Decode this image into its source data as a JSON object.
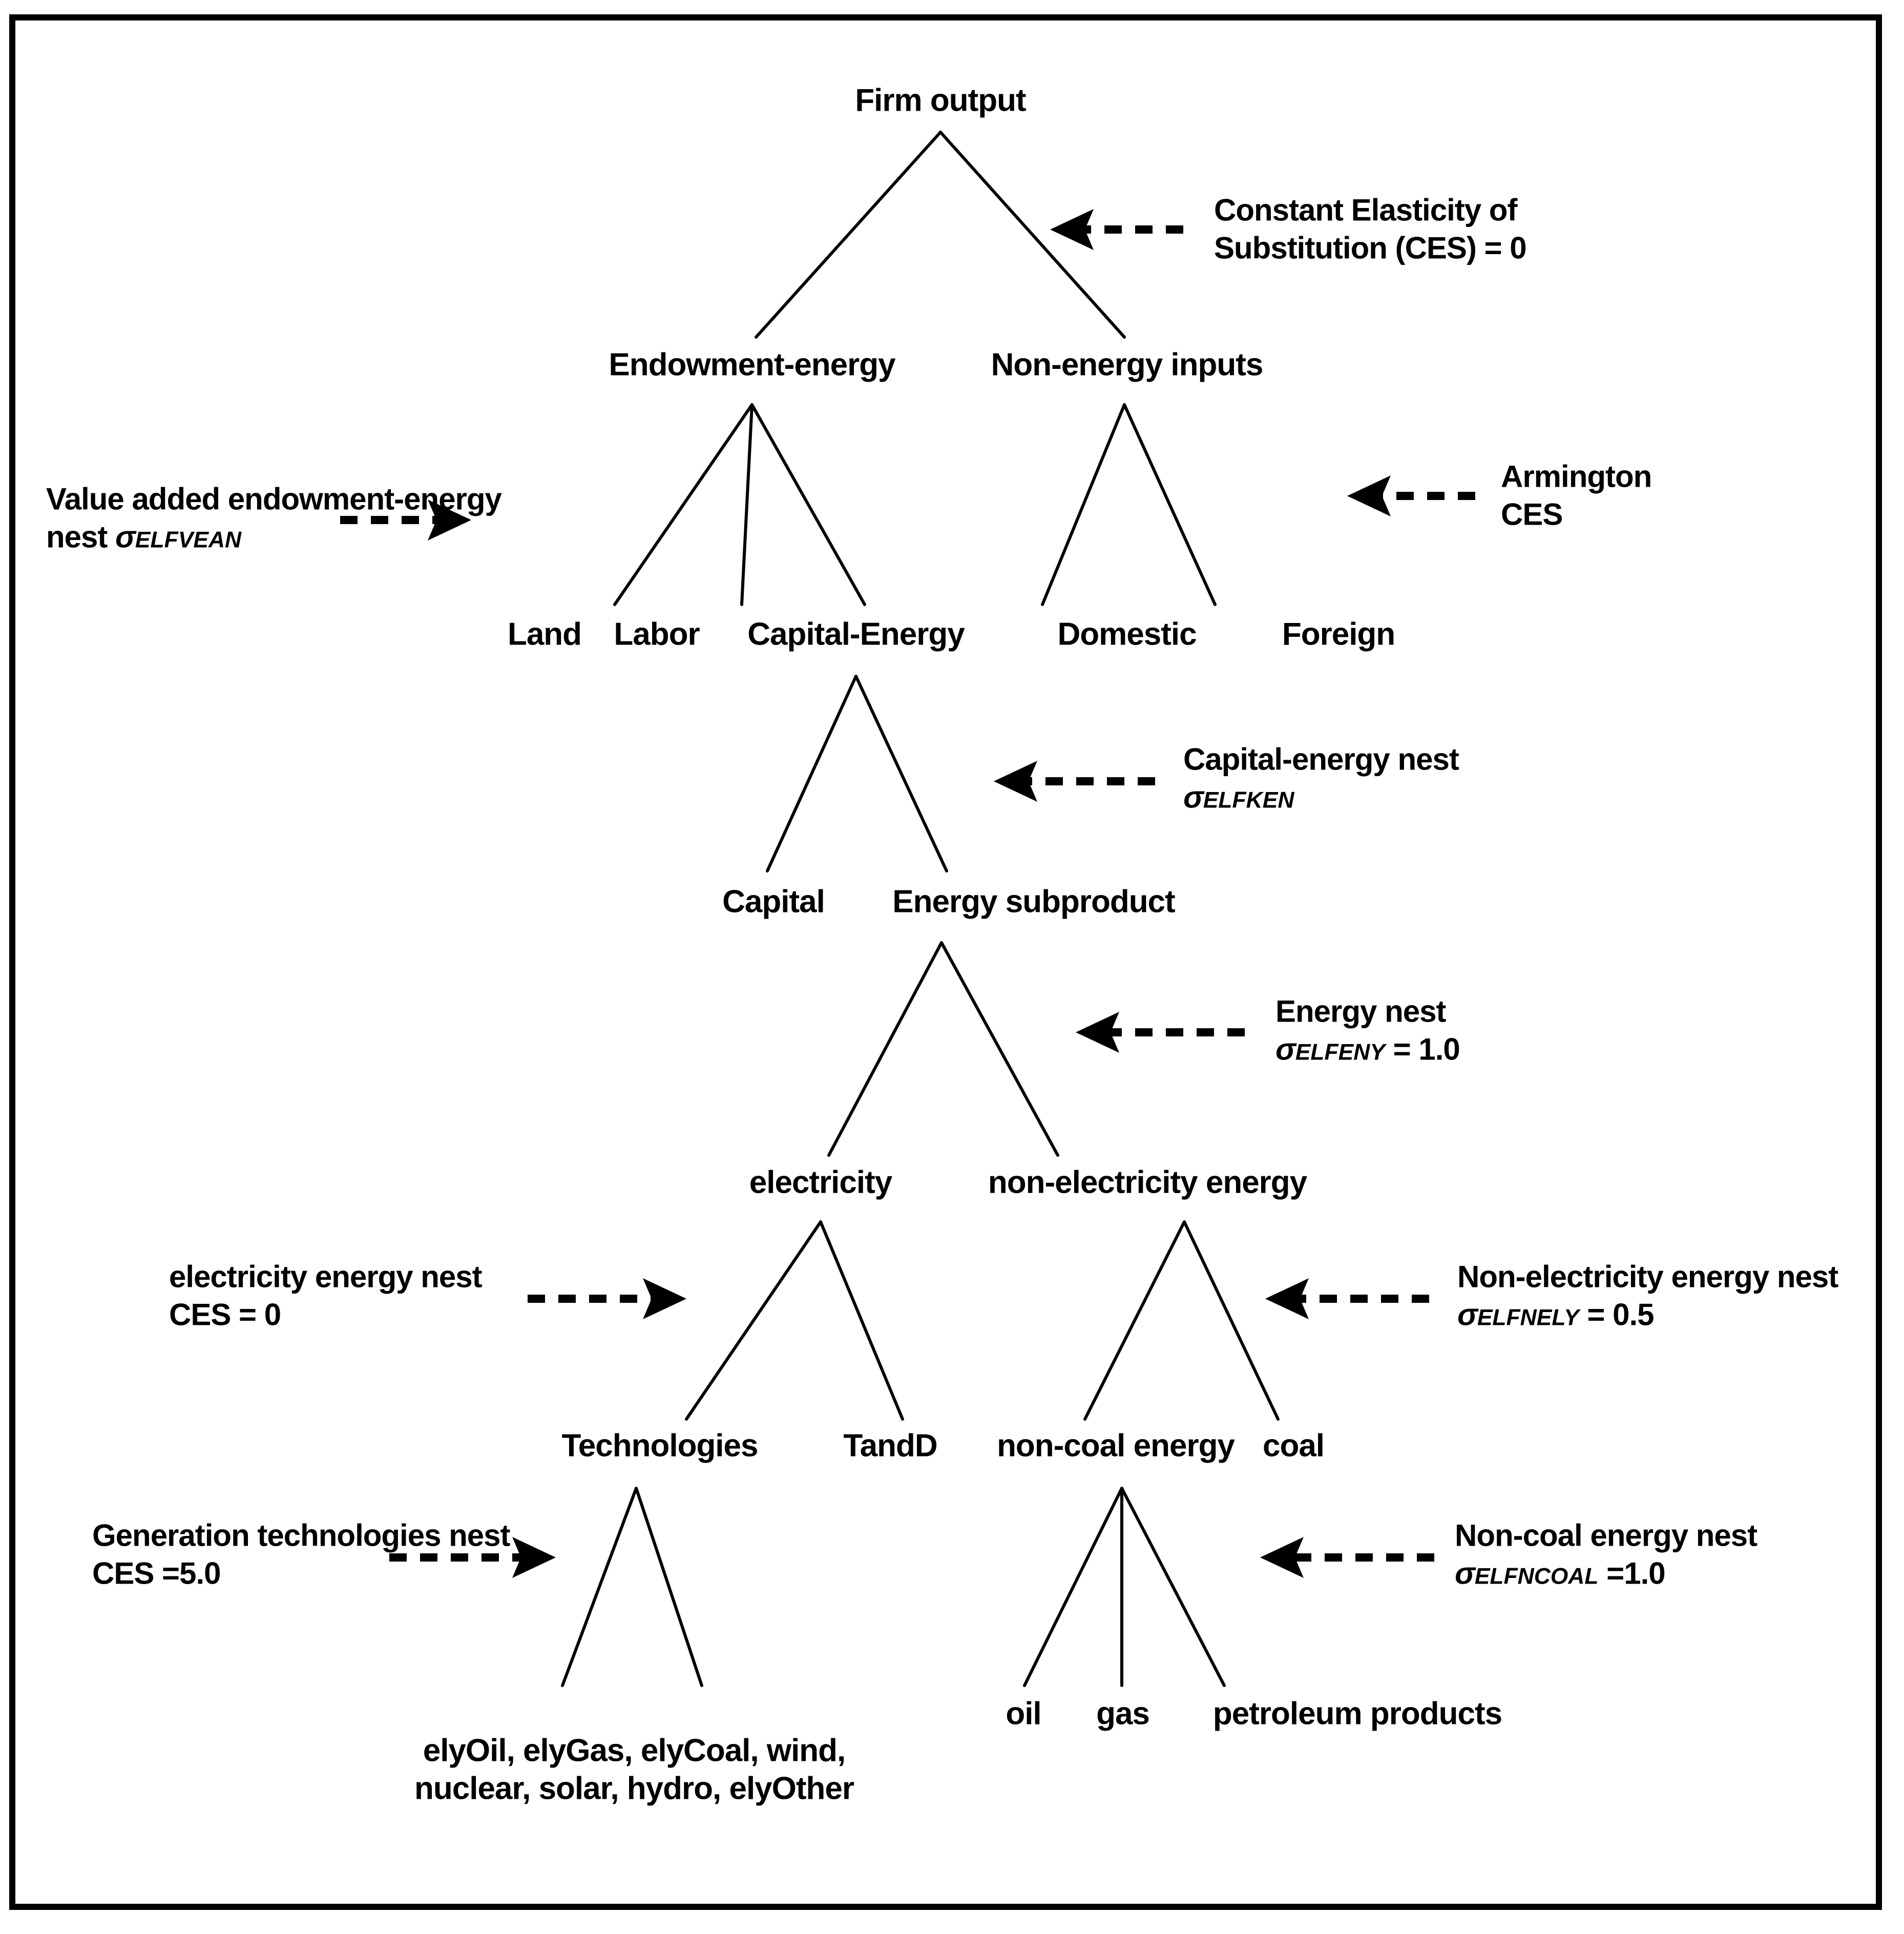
{
  "figure": {
    "type": "tree-diagram",
    "title": "Nested CES production structure for firm output",
    "border_color": "#000000",
    "background": "#ffffff"
  },
  "nodes": {
    "firm_output": "Firm output",
    "endowment_energy": "Endowment-energy",
    "non_energy_inputs": "Non-energy inputs",
    "land": "Land",
    "labor": "Labor",
    "capital_energy": "Capital-Energy",
    "domestic": "Domestic",
    "foreign": "Foreign",
    "capital": "Capital",
    "energy_subproduct": "Energy subproduct",
    "electricity": "electricity",
    "non_electricity_energy": "non-electricity energy",
    "technologies": "Technologies",
    "tandd": "TandD",
    "non_coal_energy": "non-coal energy",
    "coal": "coal",
    "oil": "oil",
    "gas": "gas",
    "petroleum_products": "petroleum products",
    "tech_list_line1": "elyOil, elyGas, elyCoal, wind,",
    "tech_list_line2": "nuclear, solar, hydro, elyOther"
  },
  "annotations": {
    "ces_top": {
      "line1": "Constant Elasticity of",
      "line2": "Substitution (CES) = 0",
      "arrow": "left"
    },
    "value_added": {
      "line1": "Value added endowment-energy",
      "line2_prefix": "nest ",
      "sigma": "σ",
      "subscript": "ELFVEAN",
      "arrow": "right"
    },
    "armington": {
      "line1": "Armington",
      "line2": "CES",
      "arrow": "left"
    },
    "capital_energy_nest": {
      "line1": "Capital-energy nest",
      "sigma": "σ",
      "subscript": "ELFKEN",
      "value": "",
      "arrow": "left"
    },
    "energy_nest": {
      "line1": "Energy nest",
      "sigma": "σ",
      "subscript": "ELFENY",
      "value": " = 1.0",
      "arrow": "left"
    },
    "electricity_nest": {
      "line1": "electricity energy nest",
      "line2": "CES = 0",
      "arrow": "right"
    },
    "non_electricity_nest": {
      "line1": "Non-electricity energy nest",
      "sigma": "σ",
      "subscript": "ELFNELY",
      "value": " = 0.5",
      "arrow": "left"
    },
    "generation_nest": {
      "line1": "Generation technologies  nest",
      "line2": "CES =5.0",
      "arrow": "right"
    },
    "non_coal_nest": {
      "line1": "Non-coal energy nest",
      "sigma": "σ",
      "subscript": "ELFNCOAL",
      "value": " =1.0",
      "arrow": "left"
    }
  }
}
